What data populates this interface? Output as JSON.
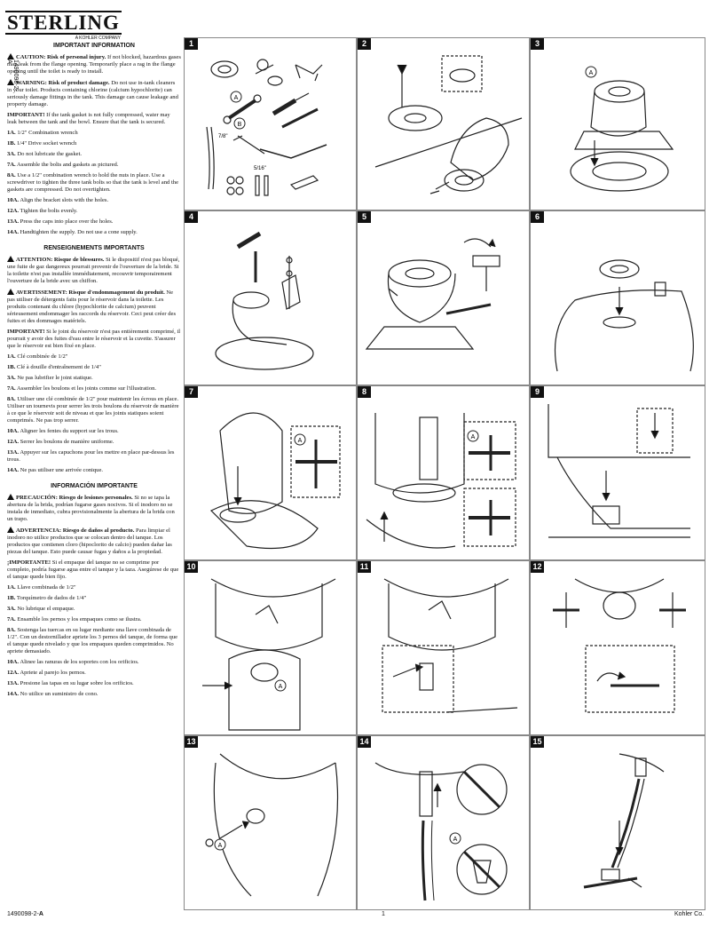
{
  "brand": {
    "name": "STERLING",
    "sub": "A KOHLER COMPANY"
  },
  "doc_number": "1490098-2-A",
  "english": {
    "title": "IMPORTANT INFORMATION",
    "caution_lead": "CAUTION: Risk of personal injury.",
    "caution": " If not blocked, hazardous gases may leak from the flange opening. Temporarily place a rag in the flange opening until the toilet is ready to install.",
    "warning_lead": "WARNING: Risk of product damage.",
    "warning": " Do not use in-tank cleaners in your toilet. Products containing chlorine (calcium hypochlorite) can seriously damage fittings in the tank. This damage can cause leakage and property damage.",
    "important_lead": "IMPORTANT!",
    "important": " If the tank gasket is not fully compressed, water may leak between the tank and the bowl. Ensure that the tank is secured.",
    "steps": [
      {
        "k": "1A.",
        "t": "1/2\" Combination wrench"
      },
      {
        "k": "1B.",
        "t": "1/4\" Drive socket wrench"
      },
      {
        "k": "3A.",
        "t": "Do not lubricate the gasket."
      },
      {
        "k": "7A.",
        "t": "Assemble the bolts and gaskets as pictured."
      },
      {
        "k": "8A.",
        "t": "Use a 1/2\" combination wrench to hold the nuts in place. Use a screwdriver to tighten the three tank bolts so that the tank is level and the gaskets are compressed. Do not overtighten."
      },
      {
        "k": "10A.",
        "t": "Align the bracket slots with the holes."
      },
      {
        "k": "12A.",
        "t": "Tighten the bolts evenly."
      },
      {
        "k": "13A.",
        "t": "Press the caps into place over the holes."
      },
      {
        "k": "14A.",
        "t": "Handtighten the supply. Do not use a cone supply."
      }
    ]
  },
  "french": {
    "title": "RENSEIGNEMENTS IMPORTANTS",
    "caution_lead": "ATTENTION: Risque de blessures.",
    "caution": " Si le dispositif n'est pas bloqué, une fuite de gaz dangereux pourrait provenir de l'ouverture de la bride. Si la toilette n'est pas installée immédiatement, recouvrir temporairement l'ouverture de la bride avec un chiffon.",
    "warning_lead": "AVERTISSEMENT: Risque d'endommagement du produit.",
    "warning": " Ne pas utiliser de détergents faits pour le réservoir dans la toilette. Les produits contenant du chlore (hypochlorite de calcium) peuvent sérieusement endommager les raccords du réservoir. Ceci peut créer des fuites et des dommages matériels.",
    "important_lead": "IMPORTANT!",
    "important": " Si le joint du réservoir n'est pas entièrement comprimé, il pourrait y avoir des fuites d'eau entre le réservoir et la cuvette. S'assurer que le réservoir est bien fixé en place.",
    "steps": [
      {
        "k": "1A.",
        "t": "Clé combinée de 1/2\""
      },
      {
        "k": "1B.",
        "t": "Clé à douille d'entraînement de 1/4\""
      },
      {
        "k": "3A.",
        "t": "Ne pas lubrifier le joint statique."
      },
      {
        "k": "7A.",
        "t": "Assembler les boulons et les joints comme sur l'illustration."
      },
      {
        "k": "8A.",
        "t": "Utiliser une clé combinée de 1/2\" pour maintenir les écrous en place. Utiliser un tournevis pour serrer les trois boulons du réservoir de manière à ce que le réservoir soit de niveau et que les joints statiques soient comprimés. Ne pas trop serrer."
      },
      {
        "k": "10A.",
        "t": "Aligner les fentes du support sur les trous."
      },
      {
        "k": "12A.",
        "t": "Serrer les boulons de manière uniforme."
      },
      {
        "k": "13A.",
        "t": "Appuyer sur les capuchons pour les mettre en place par-dessus les trous."
      },
      {
        "k": "14A.",
        "t": "Ne pas utiliser une arrivée conique."
      }
    ]
  },
  "spanish": {
    "title": "INFORMACIÓN IMPORTANTE",
    "caution_lead": "PRECAUCIÓN: Riesgo de lesiones personales.",
    "caution": " Si no se tapa la abertura de la brida, podrían fugarse gases nocivos. Si el inodoro no se instala de inmediato, cubra provisionalmente la abertura de la brida con un trapo.",
    "warning_lead": "ADVERTENCIA: Riesgo de daños al producto.",
    "warning": " Para limpiar el inodoro no utilice productos que se colocan dentro del tanque. Los productos que contienen cloro (hipoclorito de calcio) pueden dañar las piezas del tanque. Esto puede causar fugas y daños a la propiedad.",
    "important_lead": "¡IMPORTANTE!",
    "important": " Si el empaque del tanque no se comprime por completo, podría fugarse agua entre el tanque y la taza. Asegúrese de que el tanque quede bien fijo.",
    "steps": [
      {
        "k": "1A.",
        "t": "Llave combinada de 1/2\""
      },
      {
        "k": "1B.",
        "t": "Torquímetro de dados de 1/4\""
      },
      {
        "k": "3A.",
        "t": "No lubrique el empaque."
      },
      {
        "k": "7A.",
        "t": "Ensamble los pernos y los empaques como se ilustra."
      },
      {
        "k": "8A.",
        "t": "Sostenga las tuercas en su lugar mediante una llave combinada de 1/2\". Con un destornillador apriete los 3 pernos del tanque, de forma que el tanque quede nivelado y que los empaques queden comprimidos. No apriete demasiado."
      },
      {
        "k": "10A.",
        "t": "Alinee las ranuras de los soportes con los orificios."
      },
      {
        "k": "12A.",
        "t": "Apriete al parejo los pernos."
      },
      {
        "k": "13A.",
        "t": "Presione las tapas en su lugar sobre los orificios."
      },
      {
        "k": "14A.",
        "t": "No utilice un suministro de cono."
      }
    ]
  },
  "panels": [
    {
      "n": "1",
      "labels": [
        "A",
        "B",
        "7/8\"",
        "5/16\""
      ]
    },
    {
      "n": "2"
    },
    {
      "n": "3",
      "labels": [
        "A"
      ]
    },
    {
      "n": "4"
    },
    {
      "n": "5"
    },
    {
      "n": "6"
    },
    {
      "n": "7",
      "labels": [
        "A"
      ]
    },
    {
      "n": "8",
      "labels": [
        "A"
      ]
    },
    {
      "n": "9"
    },
    {
      "n": "10",
      "labels": [
        "A"
      ]
    },
    {
      "n": "11"
    },
    {
      "n": "12"
    },
    {
      "n": "13",
      "labels": [
        "A"
      ]
    },
    {
      "n": "14",
      "labels": [
        "A"
      ]
    },
    {
      "n": "15"
    }
  ],
  "footer": {
    "left_num": "1490098-2-",
    "left_rev": "A",
    "page": "1",
    "right": "Kohler Co."
  }
}
